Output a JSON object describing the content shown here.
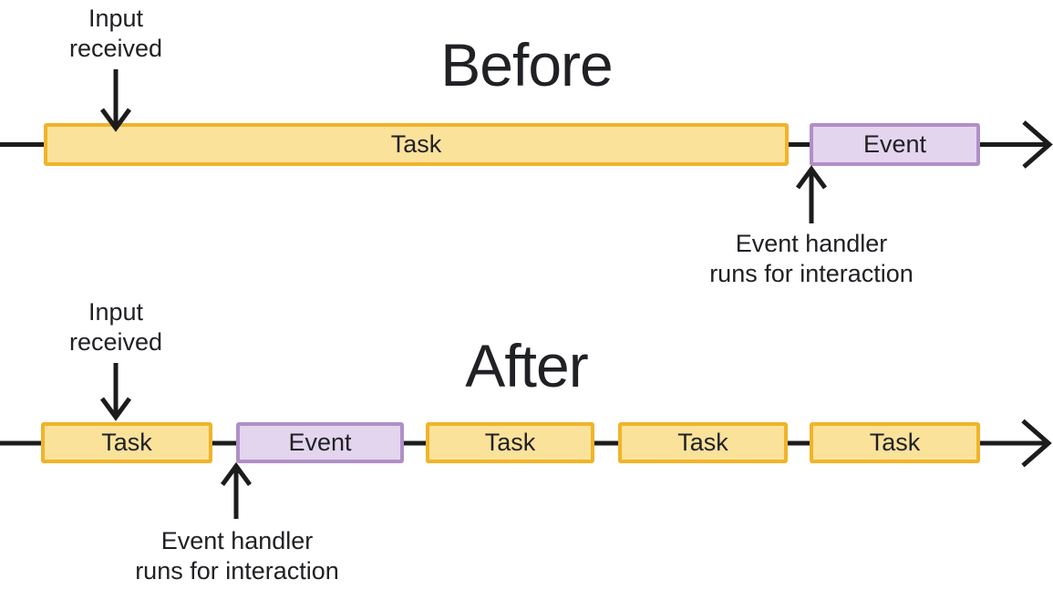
{
  "background": "#ffffff",
  "colors": {
    "background": "#ffffff",
    "text": "#202124",
    "arrow": "#1C1C1C",
    "task_fill": "#FBE29B",
    "task_border": "#F0B429",
    "event_fill": "#E4D5EE",
    "event_border": "#B08FC7"
  },
  "sections": [
    {
      "id": "before",
      "title": "Before",
      "input_annotation": {
        "line1": "Input",
        "line2": "received"
      },
      "handler_annotation": {
        "line1": "Event handler",
        "line2": "runs for interaction"
      },
      "blocks": [
        {
          "type": "task",
          "label": "Task"
        },
        {
          "type": "event",
          "label": "Event"
        }
      ]
    },
    {
      "id": "after",
      "title": "After",
      "input_annotation": {
        "line1": "Input",
        "line2": "received"
      },
      "handler_annotation": {
        "line1": "Event handler",
        "line2": "runs for interaction"
      },
      "blocks": [
        {
          "type": "task",
          "label": "Task"
        },
        {
          "type": "event",
          "label": "Event"
        },
        {
          "type": "task",
          "label": "Task"
        },
        {
          "type": "task",
          "label": "Task"
        },
        {
          "type": "task",
          "label": "Task"
        }
      ]
    }
  ]
}
